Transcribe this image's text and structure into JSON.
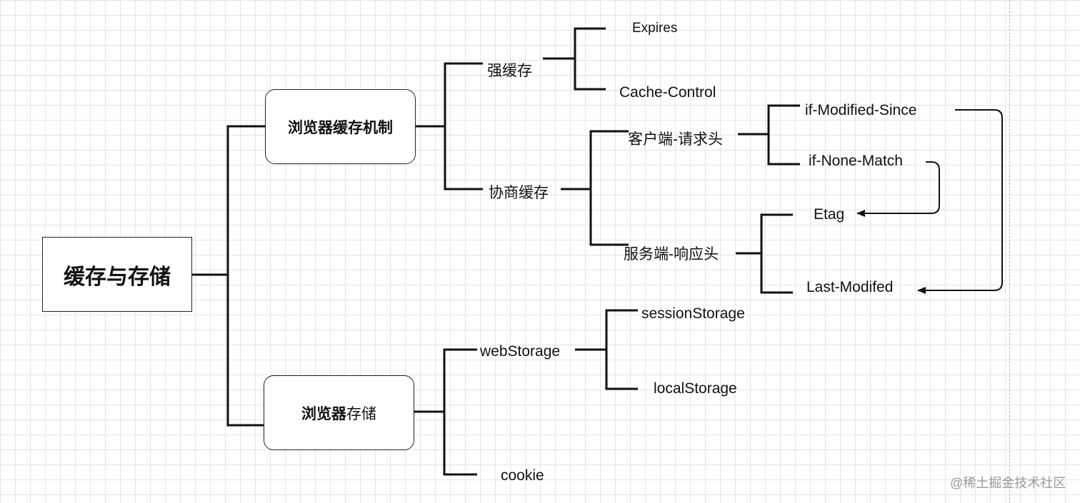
{
  "root": "缓存与存储",
  "browser_cache": {
    "title": "浏览器缓存机制",
    "strong": {
      "label": "强缓存",
      "children": [
        "Expires",
        "Cache-Control"
      ]
    },
    "negotiate": {
      "label": "协商缓存",
      "client": {
        "label": "客户端-请求头",
        "children": [
          "if-Modified-Since",
          "if-None-Match"
        ]
      },
      "server": {
        "label": "服务端-响应头",
        "children": [
          "Etag",
          "Last-Modifed"
        ]
      }
    }
  },
  "browser_storage": {
    "title_bold": "浏览器",
    "title_normal": "存储",
    "webstorage": {
      "label": "webStorage",
      "children": [
        "sessionStorage",
        "localStorage"
      ]
    },
    "cookie": "cookie"
  },
  "watermark": "@稀土掘金技术社区",
  "colors": {
    "line": "#111111",
    "grid": "#e4e4e4"
  }
}
